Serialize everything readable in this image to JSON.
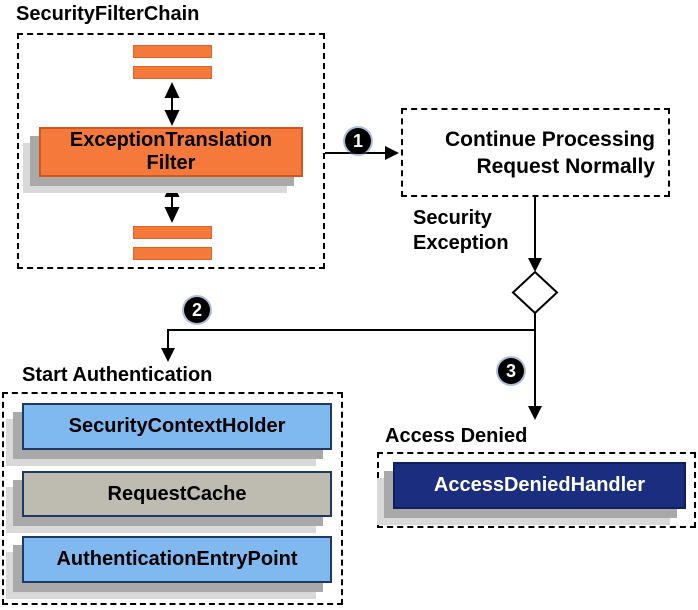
{
  "security_filter_chain": {
    "title": "SecurityFilterChain",
    "filter_line1": "ExceptionTranslation",
    "filter_line2": "Filter"
  },
  "continue_box": {
    "line1": "Continue Processing",
    "line2": "Request Normally"
  },
  "security_exception_label": {
    "line1": "Security",
    "line2": "Exception"
  },
  "badges": {
    "one": "1",
    "two": "2",
    "three": "3"
  },
  "start_authentication": {
    "title": "Start Authentication",
    "items": [
      "SecurityContextHolder",
      "RequestCache",
      "AuthenticationEntryPoint"
    ]
  },
  "access_denied": {
    "title": "Access Denied",
    "handler": "AccessDeniedHandler"
  },
  "colors": {
    "filter_orange": "#f4793b",
    "filter_orange_border": "#d2561f",
    "component_blue": "#7fb9f0",
    "component_gray": "#bebbb1",
    "component_navy": "#1a2d7e",
    "component_border_navy": "#1f3864",
    "shadow_dark": "#a9a9a9",
    "shadow_light": "#d9d9d9",
    "line_black": "#000000"
  }
}
